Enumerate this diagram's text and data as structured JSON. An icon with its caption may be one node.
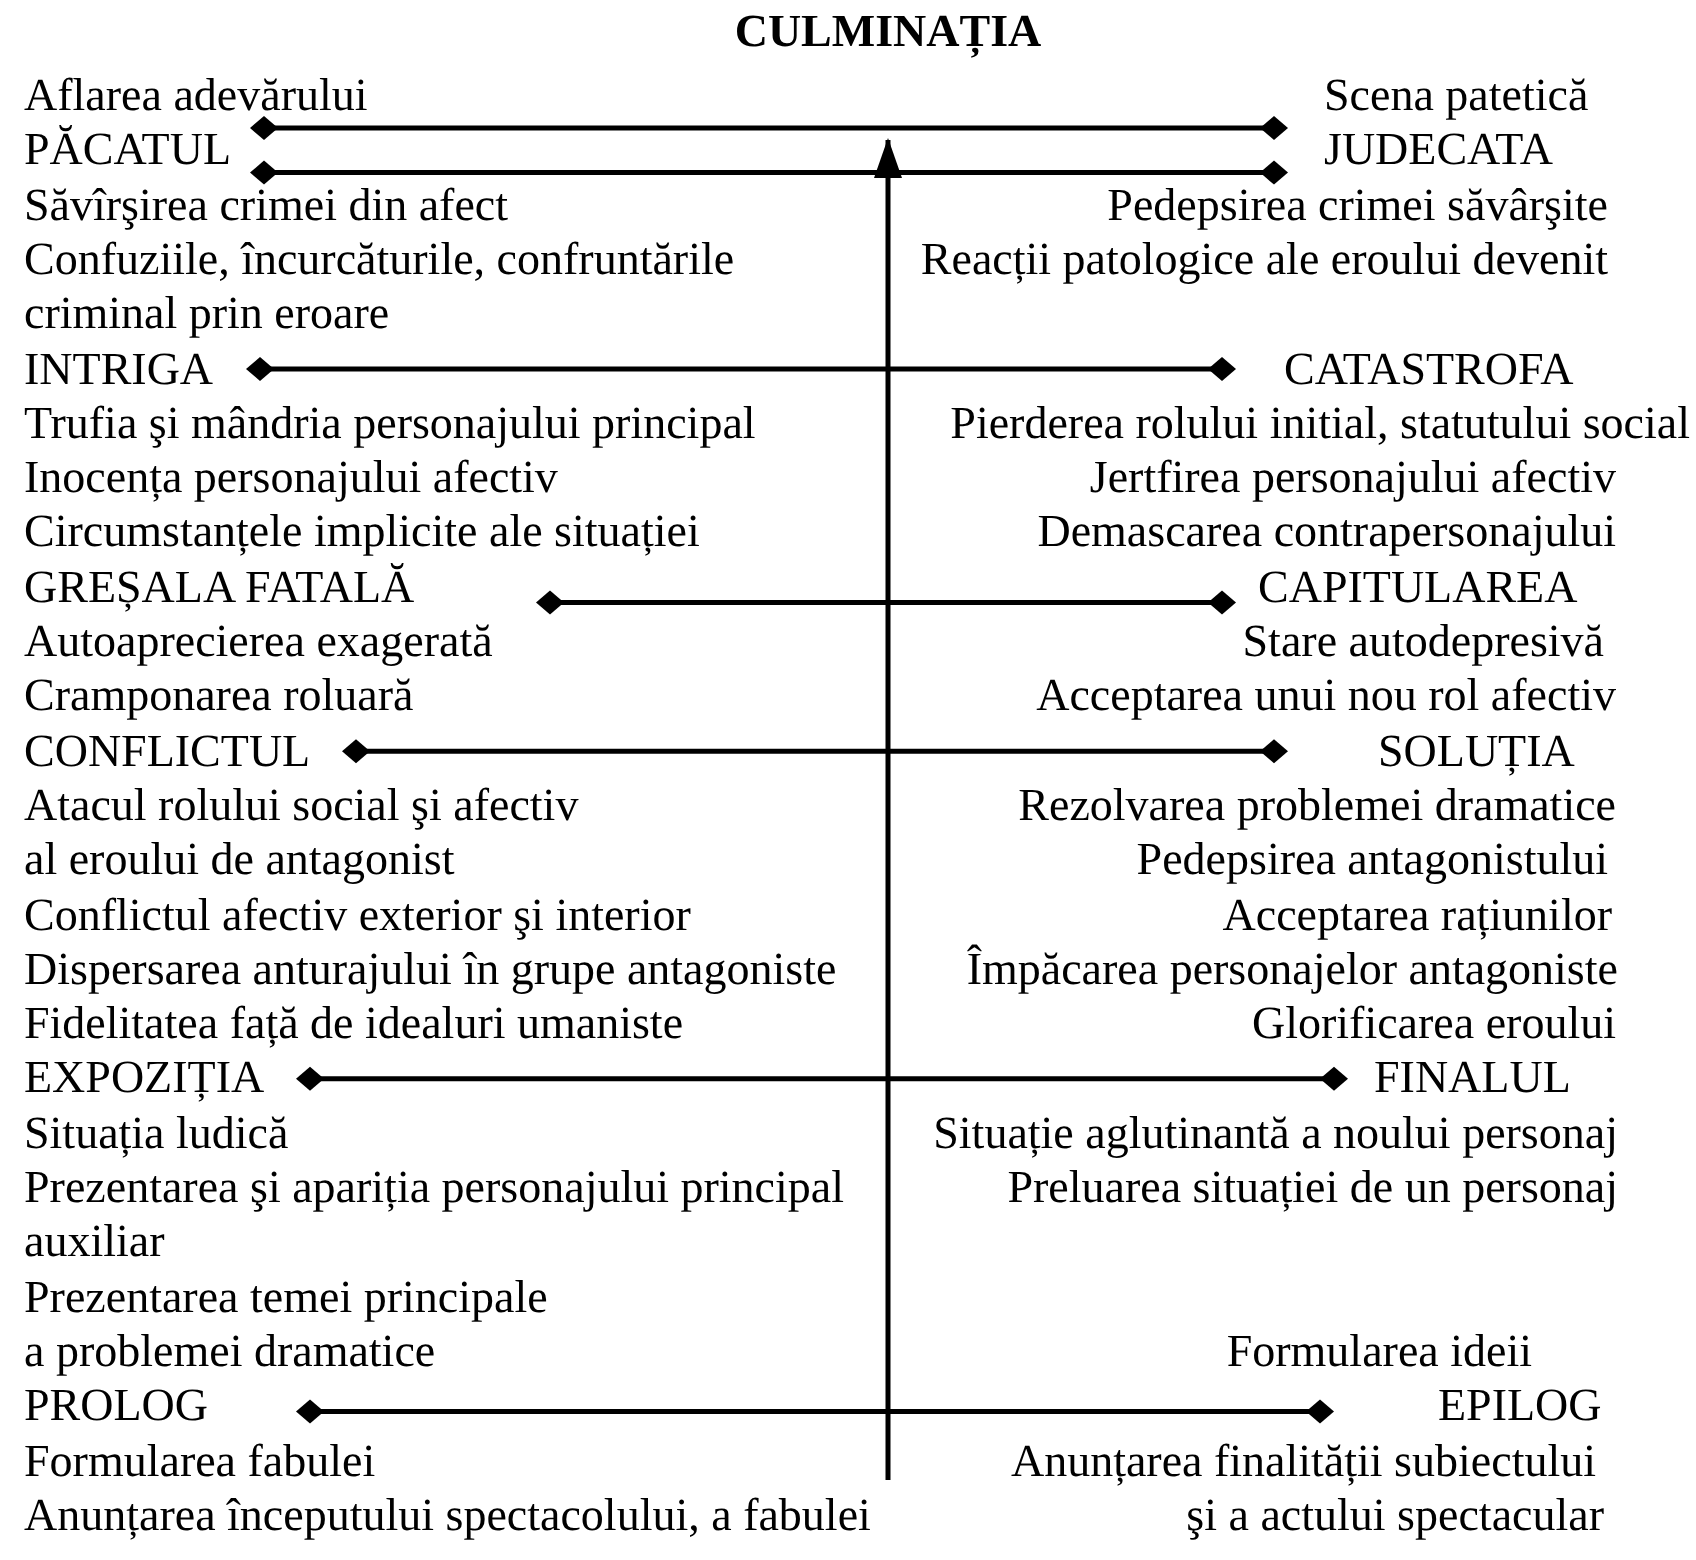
{
  "diagram": {
    "title": "CULMINAȚIA",
    "nodes": [
      {
        "text": [
          "Aflarea adevărului"
        ]
      },
      {
        "text": [
          "Scena patetică"
        ]
      },
      {
        "text": [
          "PĂCATUL"
        ]
      },
      {
        "text": [
          "JUDECATA"
        ]
      },
      {
        "text": [
          "INTRIGA"
        ]
      },
      {
        "text": [
          "CATASTROFA"
        ]
      },
      {
        "text": [
          "GREȘALA FATALĂ"
        ]
      },
      {
        "text": [
          "CAPITULAREA"
        ]
      },
      {
        "text": [
          "CONFLICTUL"
        ]
      },
      {
        "text": [
          "SOLUȚIA"
        ]
      },
      {
        "text": [
          "EXPOZIȚIA"
        ]
      },
      {
        "text": [
          "FINALUL"
        ]
      },
      {
        "text": [
          "PROLOG"
        ]
      },
      {
        "text": [
          "EPILOG"
        ]
      }
    ],
    "edges": [
      {
        "from": 0,
        "to": 1,
        "arrow": "other"
      },
      {
        "from": 2,
        "to": 3,
        "arrow": "other"
      },
      {
        "from": 4,
        "to": 5,
        "arrow": "other"
      },
      {
        "from": 6,
        "to": 7,
        "arrow": "other"
      },
      {
        "from": 8,
        "to": 9,
        "arrow": "other"
      },
      {
        "from": 10,
        "to": 11,
        "arrow": "other"
      },
      {
        "from": 12,
        "to": 13,
        "arrow": "other"
      }
    ],
    "labels": [
      "Săvîrşirea crimei din afect",
      "Pedepsirea crimei săvârşite",
      "Confuziile, încurcăturile, confruntările",
      "Reacții patologice ale eroului devenit",
      "criminal prin eroare",
      "Trufia şi mândria personajului principal",
      "Pierderea rolului initial, statutului social",
      "Inocența personajului afectiv",
      "Jertfirea personajului afectiv",
      "Circumstanțele implicite ale situației",
      "Demascarea contrapersonajului",
      "Autoaprecierea exagerată",
      "Stare autodepresivă",
      "Cramponarea roluară",
      "Acceptarea unui nou rol afectiv",
      "Atacul rolului social şi afectiv",
      "Rezolvarea problemei dramatice",
      "al eroului de antagonist",
      "Pedepsirea antagonistului",
      "Conflictul afectiv exterior şi interior",
      "Acceptarea rațiunilor",
      "Dispersarea anturajului în grupe antagoniste",
      "Împăcarea personajelor antagoniste",
      "Fidelitatea față de idealuri umaniste",
      "Glorificarea eroului",
      "Situația ludică",
      "Situație aglutinantă a noului personaj",
      "Prezentarea şi apariția personajului principal",
      "Preluarea situației de un personaj",
      "auxiliar",
      "Prezentarea temei principale",
      "a problemei dramatice",
      "Formularea ideii",
      "Formularea fabulei",
      "Anunțarea finalității subiectului",
      "Anunțarea începutului spectacolului, a fabulei",
      "şi a actului spectacular"
    ]
  }
}
